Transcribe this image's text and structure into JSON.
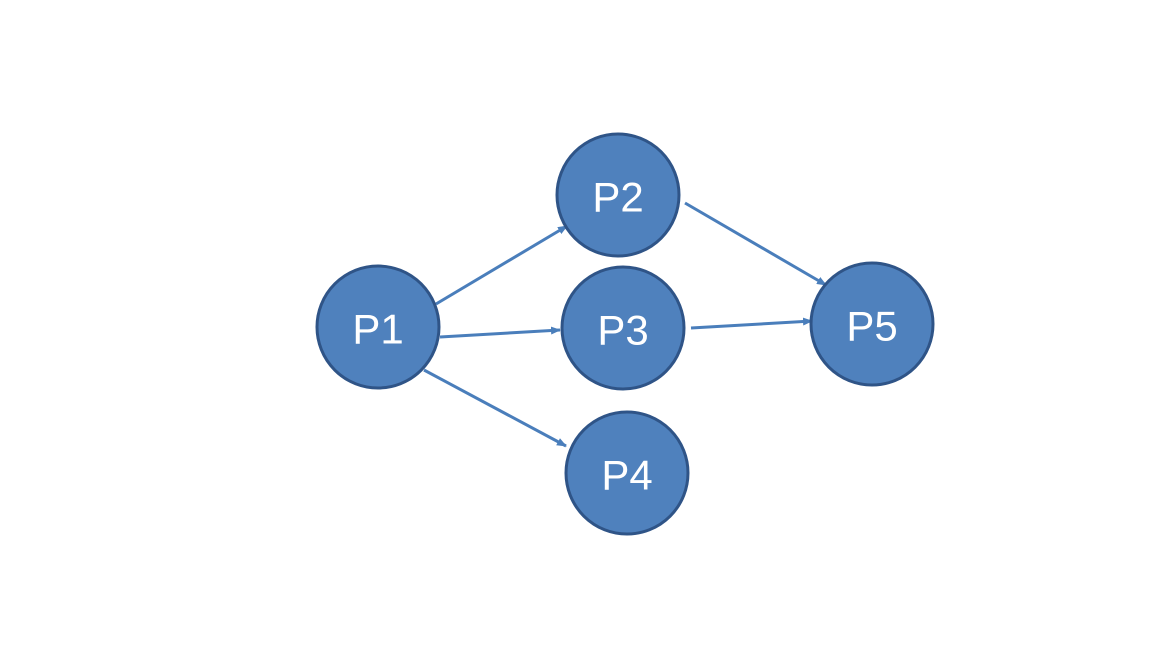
{
  "colors": {
    "node_fill": "#4F81BD",
    "node_stroke": "#2F5487",
    "node_text": "#FFFFFF",
    "edge": "#4A7EBB",
    "background": "#FFFFFF"
  },
  "nodes": [
    {
      "id": "p1",
      "label": "P1"
    },
    {
      "id": "p2",
      "label": "P2"
    },
    {
      "id": "p3",
      "label": "P3"
    },
    {
      "id": "p4",
      "label": "P4"
    },
    {
      "id": "p5",
      "label": "P5"
    }
  ],
  "edges": [
    {
      "from": "p1",
      "to": "p2"
    },
    {
      "from": "p1",
      "to": "p3"
    },
    {
      "from": "p1",
      "to": "p4"
    },
    {
      "from": "p2",
      "to": "p5"
    },
    {
      "from": "p3",
      "to": "p5"
    }
  ]
}
